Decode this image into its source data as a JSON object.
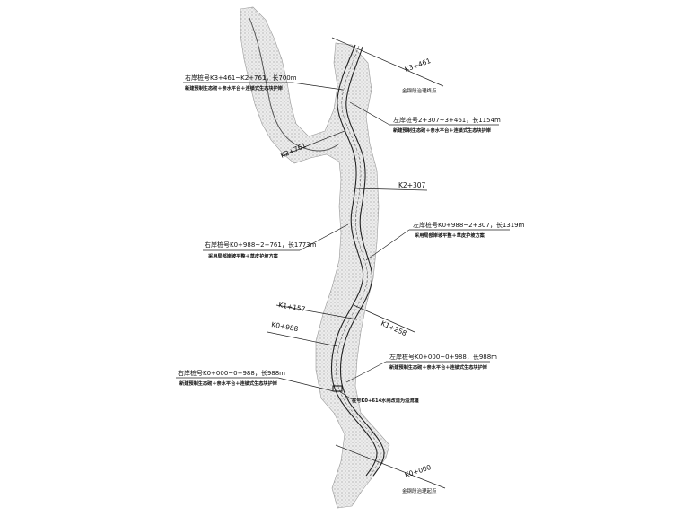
{
  "diagram": {
    "stations": {
      "k3_461": "K3+461",
      "k3_461_note": "金钢段治理终点",
      "k2_761": "K2+761",
      "k2_307": "K2+307",
      "k1_157": "K1+157",
      "k1_258": "K1+258",
      "k0_988": "K0+988",
      "k0_000": "K0+000",
      "k0_000_note": "金钢段治理起点"
    },
    "annotations": {
      "right_k3": {
        "title": "右岸桩号K3+461~K2+761，长700m",
        "detail": "新建預制生态砌＋亲水平台＋连锁式生态块护岸"
      },
      "left_k2_k3": {
        "title": "左岸桩号2+307~3+461，长1154m",
        "detail": "新建預制生态砌＋亲水平台＋连锁式生态块护岸"
      },
      "left_k0988": {
        "title": "左岸桩号K0+988~2+307，长1319m",
        "detail": "采用局部岸坡平整＋草皮护坡方案"
      },
      "right_k0988": {
        "title": "右岸桩号K0+988~2+761，长1773m",
        "detail": "采用局部岸坡平整＋草皮护坡方案"
      },
      "right_k0": {
        "title": "右岸桩号K0+000~0+988，长988m",
        "detail": "新建預制生态砌＋亲水平台＋连锁式生态块护岸"
      },
      "left_k0": {
        "title": "左岸桩号K0+000~0+988，长988m",
        "detail": "新建預制生态砌＋亲水平台＋连锁式生态块护岸"
      },
      "weir": {
        "title": "桩号K0+614水闸改造为溢流堰"
      }
    }
  }
}
